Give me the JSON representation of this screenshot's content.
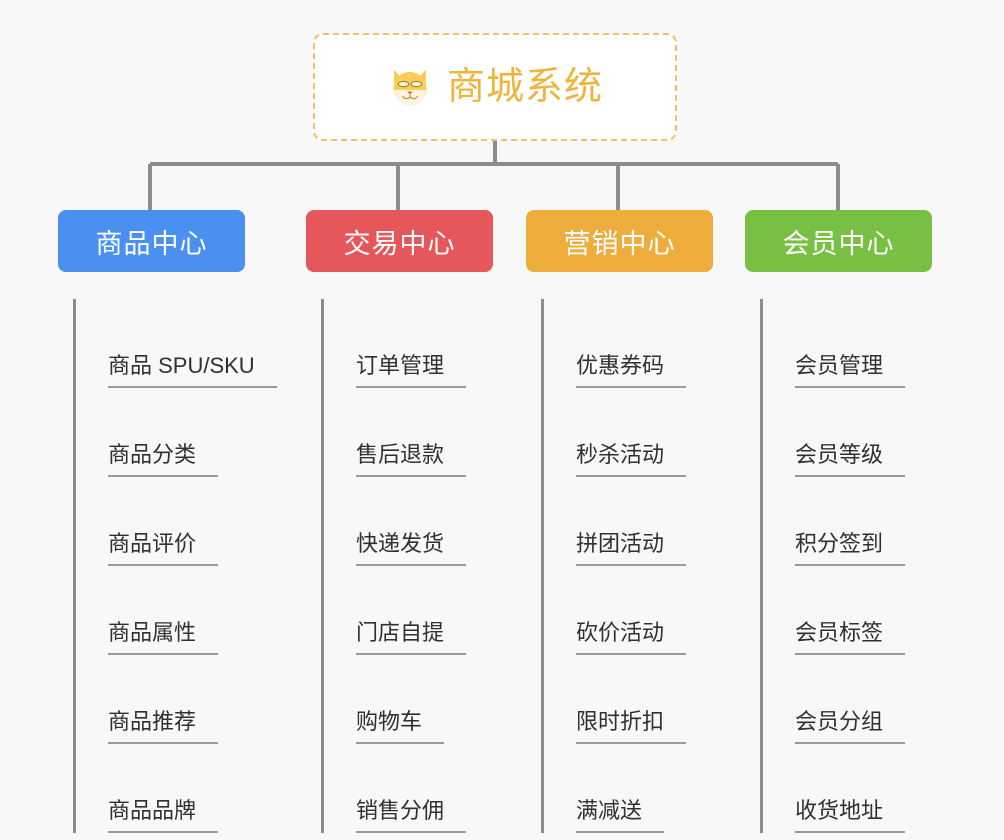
{
  "root": {
    "title": "商城系统",
    "icon": "shiba-dog-icon",
    "border_color": "#f3c063",
    "text_color": "#f0b43c",
    "background": "#ffffff"
  },
  "canvas": {
    "background": "#f8f8f8",
    "connector_color": "#8c8c8c"
  },
  "branches": [
    {
      "label": "商品中心",
      "color": "#4a90f0",
      "items": [
        {
          "label": "商品 SPU/SKU"
        },
        {
          "label": "商品分类"
        },
        {
          "label": "商品评价"
        },
        {
          "label": "商品属性"
        },
        {
          "label": "商品推荐"
        },
        {
          "label": "商品品牌"
        }
      ]
    },
    {
      "label": "交易中心",
      "color": "#e5575b",
      "items": [
        {
          "label": "订单管理"
        },
        {
          "label": "售后退款"
        },
        {
          "label": "快递发货"
        },
        {
          "label": "门店自提"
        },
        {
          "label": "购物车"
        },
        {
          "label": "销售分佣"
        }
      ]
    },
    {
      "label": "营销中心",
      "color": "#eeac3c",
      "items": [
        {
          "label": "优惠券码"
        },
        {
          "label": "秒杀活动"
        },
        {
          "label": "拼团活动"
        },
        {
          "label": "砍价活动"
        },
        {
          "label": "限时折扣"
        },
        {
          "label": "满减送"
        }
      ]
    },
    {
      "label": "会员中心",
      "color": "#78c043",
      "items": [
        {
          "label": "会员管理"
        },
        {
          "label": "会员等级"
        },
        {
          "label": "积分签到"
        },
        {
          "label": "会员标签"
        },
        {
          "label": "会员分组"
        },
        {
          "label": "收货地址"
        }
      ]
    }
  ]
}
